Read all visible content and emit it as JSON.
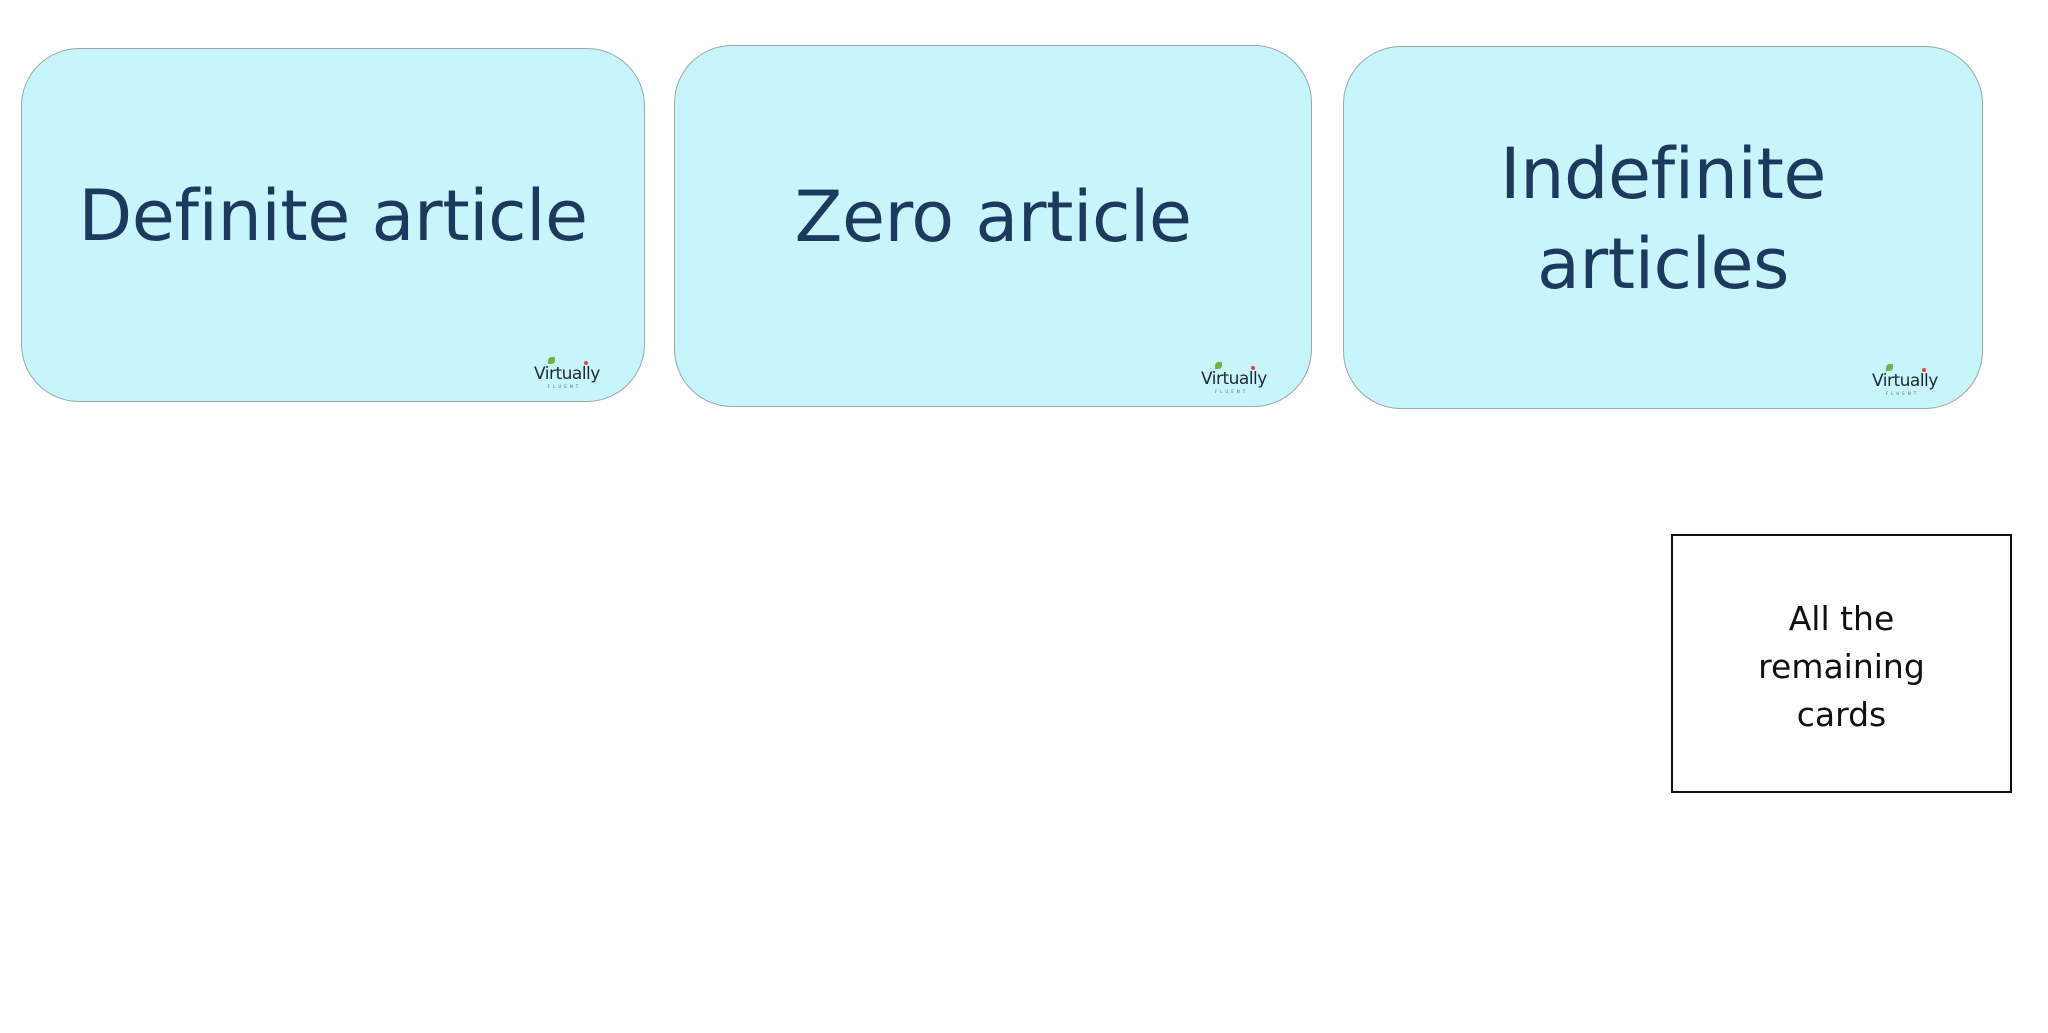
{
  "cards": [
    {
      "label": "Definite article",
      "logo": "Virtually",
      "logo_sub": "FLUENT"
    },
    {
      "label": "Zero article",
      "logo": "Virtually",
      "logo_sub": "FLUENT"
    },
    {
      "label": "Indefinite articles",
      "logo": "Virtually",
      "logo_sub": "FLUENT"
    }
  ],
  "remaining_box": {
    "label": "All the remaining cards"
  },
  "colors": {
    "card_fill": "#c7f5fb",
    "card_text": "#1b3a5e",
    "card_border": "#9aa7aa",
    "logo_leaf": "#6fb54a"
  }
}
